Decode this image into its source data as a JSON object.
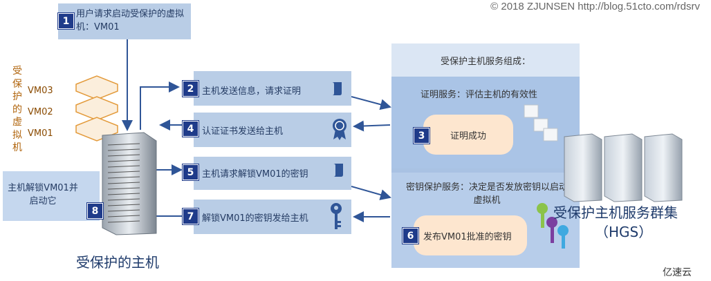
{
  "copyright": "© 2018 ZJUNSEN http://blog.51cto.com/rdsrv",
  "watermark": "亿速云",
  "vertical_label": "受保护的虚拟机",
  "vms": [
    "VM03",
    "VM02",
    "VM01"
  ],
  "steps": [
    {
      "num": "1",
      "text": "用户请求启动受保护的虚拟机：VM01"
    },
    {
      "num": "2",
      "text": "主机发送信息，请求证明"
    },
    {
      "num": "3",
      "text": "证明成功"
    },
    {
      "num": "4",
      "text": "认证证书发送给主机"
    },
    {
      "num": "5",
      "text": "主机请求解锁VM01的密钥"
    },
    {
      "num": "6",
      "text": "发布VM01批准的密钥"
    },
    {
      "num": "7",
      "text": "解锁VM01的密钥发给主机"
    },
    {
      "num": "8",
      "text": "主机解锁VM01并启动它"
    }
  ],
  "hgs": {
    "header": "受保护主机服务组成：",
    "attestation_title": "证明服务：评估主机的有效性",
    "keyprotection_title": "密钥保护服务：决定是否发放密钥以启动虚拟机",
    "cluster_label": "受保护主机服务群集",
    "cluster_abbr": "（HGS）"
  },
  "host_label": "受保护的主机",
  "colors": {
    "step_box": "#b9cde6",
    "number_badge": "#1f3b8a",
    "arrow": "#2f5597",
    "bubble": "#fde6cf"
  }
}
